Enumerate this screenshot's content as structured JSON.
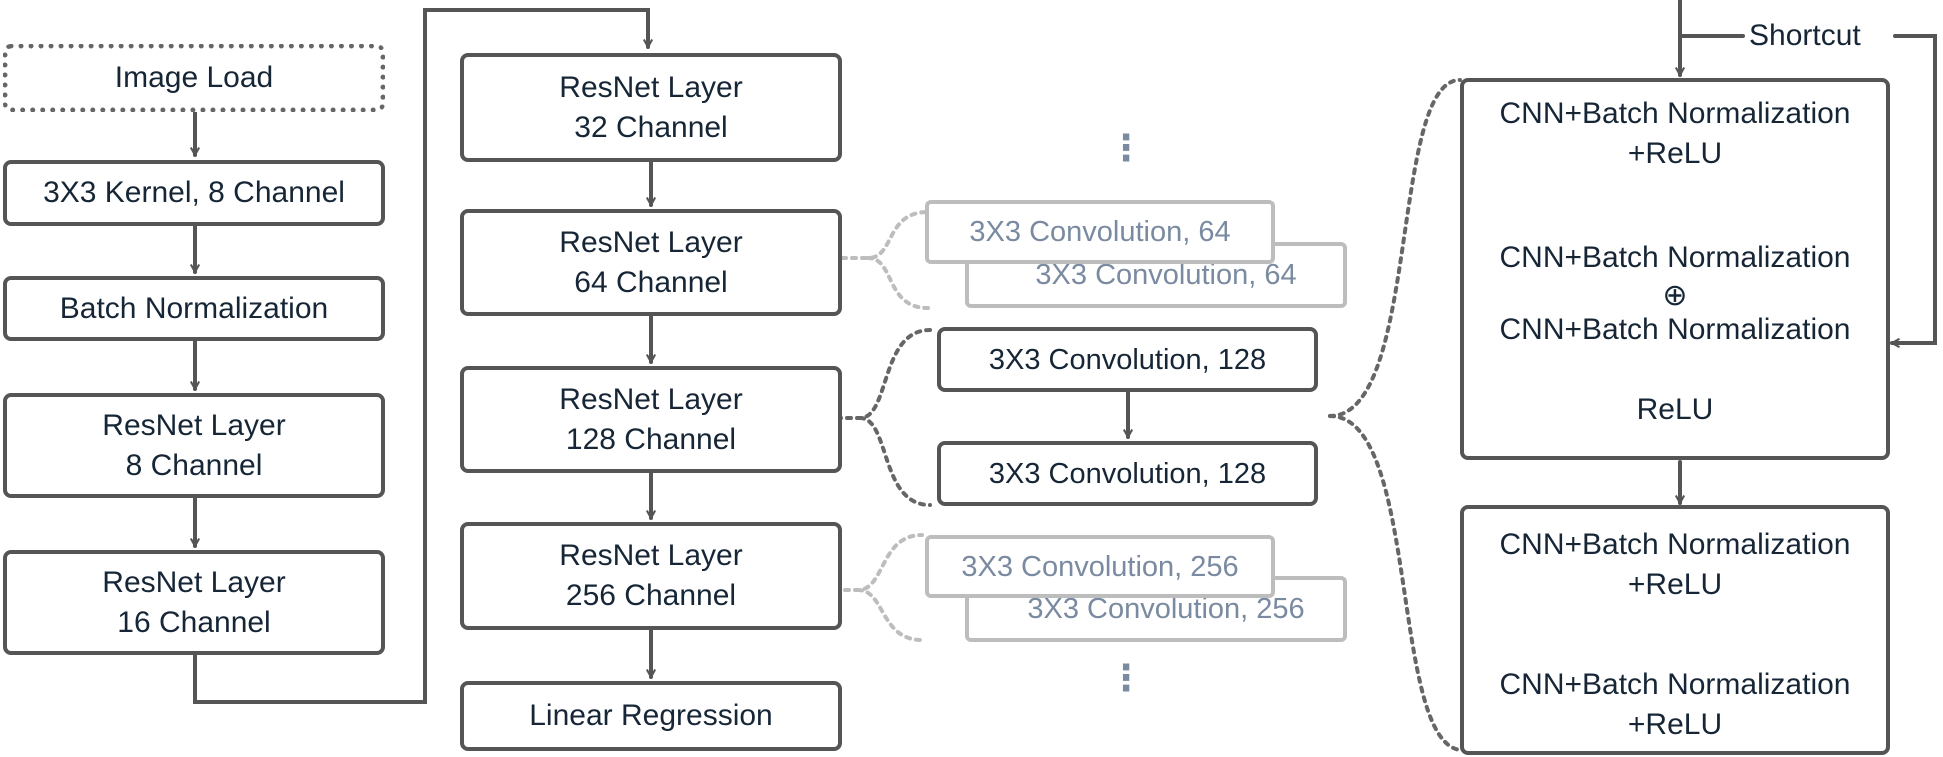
{
  "left_column": {
    "image_load": "Image Load",
    "kernel": "3X3 Kernel, 8 Channel",
    "batch_norm": "Batch Normalization",
    "resnet_8": [
      "ResNet Layer",
      "8 Channel"
    ],
    "resnet_16": [
      "ResNet Layer",
      "16 Channel"
    ]
  },
  "middle_column": {
    "resnet_32": [
      "ResNet Layer",
      "32 Channel"
    ],
    "resnet_64": [
      "ResNet Layer",
      "64 Channel"
    ],
    "resnet_128": [
      "ResNet Layer",
      "128 Channel"
    ],
    "resnet_256": [
      "ResNet Layer",
      "256 Channel"
    ],
    "linear_regression": "Linear Regression"
  },
  "conv_column": {
    "ellipsis_top": "⋮",
    "conv64_a": "3X3 Convolution, 64",
    "conv64_b": "3X3 Convolution, 64",
    "conv128_a": "3X3 Convolution, 128",
    "conv128_b": "3X3 Convolution, 128",
    "conv256_a": "3X3 Convolution, 256",
    "conv256_b": "3X3 Convolution, 256",
    "ellipsis_bottom": "⋮"
  },
  "right_column": {
    "shortcut": "Shortcut",
    "block1": {
      "row1a": "CNN+Batch Normalization",
      "row1b": "+ReLU",
      "row2": "CNN+Batch Normalization",
      "plus": "⊕",
      "row3": "CNN+Batch Normalization",
      "row4": "ReLU"
    },
    "block2": {
      "row1a": "CNN+Batch Normalization",
      "row1b": "+ReLU",
      "row2a": "CNN+Batch Normalization",
      "row2b": "+ReLU"
    }
  },
  "colors": {
    "box_border": "#555555",
    "text": "#162636",
    "faded_border": "#bdbdbd",
    "faded_text": "#7a8aa0",
    "dotted_connector": "#666666"
  }
}
